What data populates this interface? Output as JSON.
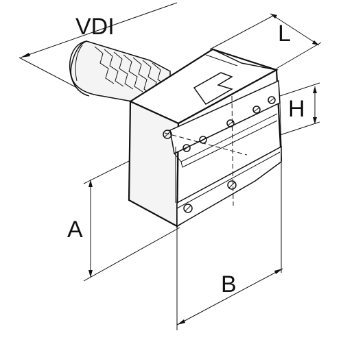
{
  "dimensions": {
    "vdi": "VDI",
    "l": "L",
    "h": "H",
    "a": "A",
    "b": "B"
  },
  "colors": {
    "line": "#111111",
    "background": "#ffffff"
  }
}
